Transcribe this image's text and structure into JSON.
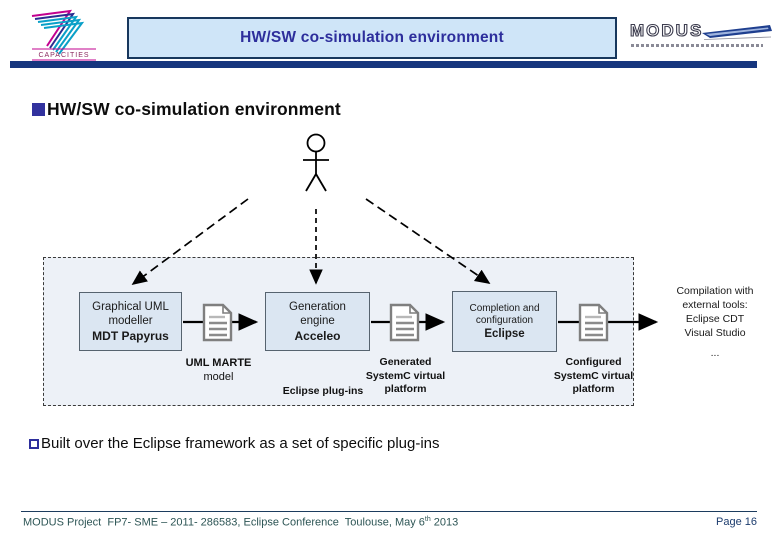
{
  "header": {
    "title": "HW/SW co-simulation environment",
    "capacities_label": "CAPACITIES",
    "modus_label": "MODUS"
  },
  "heading": "HW/SW co-simulation environment",
  "diagram": {
    "boxes": [
      {
        "line1": "Graphical UML",
        "line2": "modeller",
        "line3": "MDT Papyrus"
      },
      {
        "line1": "Generation",
        "line2": "engine",
        "line3": "Acceleo"
      },
      {
        "line1": "Completion and",
        "line2": "configuration",
        "line3": "Eclipse"
      }
    ],
    "artifacts": [
      {
        "bold": "UML MARTE",
        "regular": "model"
      },
      {
        "line1": "Generated",
        "line2": "SystemC virtual",
        "line3": "platform"
      },
      {
        "line1": "Configured",
        "line2": "SystemC virtual",
        "line3": "platform"
      }
    ],
    "plugins_label": "Eclipse plug-ins",
    "external_note": [
      "Compilation with",
      "external tools:",
      "Eclipse CDT",
      "Visual Studio",
      "..."
    ]
  },
  "bullet_text": "Built over the Eclipse framework as a set of specific plug-ins",
  "footer": {
    "left_pre": "MODUS Project  FP7- SME – 2011- 286583, Eclipse Conference  Toulouse, May 6",
    "left_sup": "th",
    "left_post": " 2013",
    "page": "Page 16"
  },
  "colors": {
    "title_text": "#2d2e9c",
    "title_bg": "#cfe5f8",
    "title_border": "#17375d",
    "navy_bar": "#16367e",
    "box_fill": "#dbe6f2",
    "box_border": "#56636f",
    "container_fill": "#edf1f7",
    "heading_bullet": "#32329e",
    "footer_text": "#2d5555",
    "page_text": "#1c3c6e"
  }
}
